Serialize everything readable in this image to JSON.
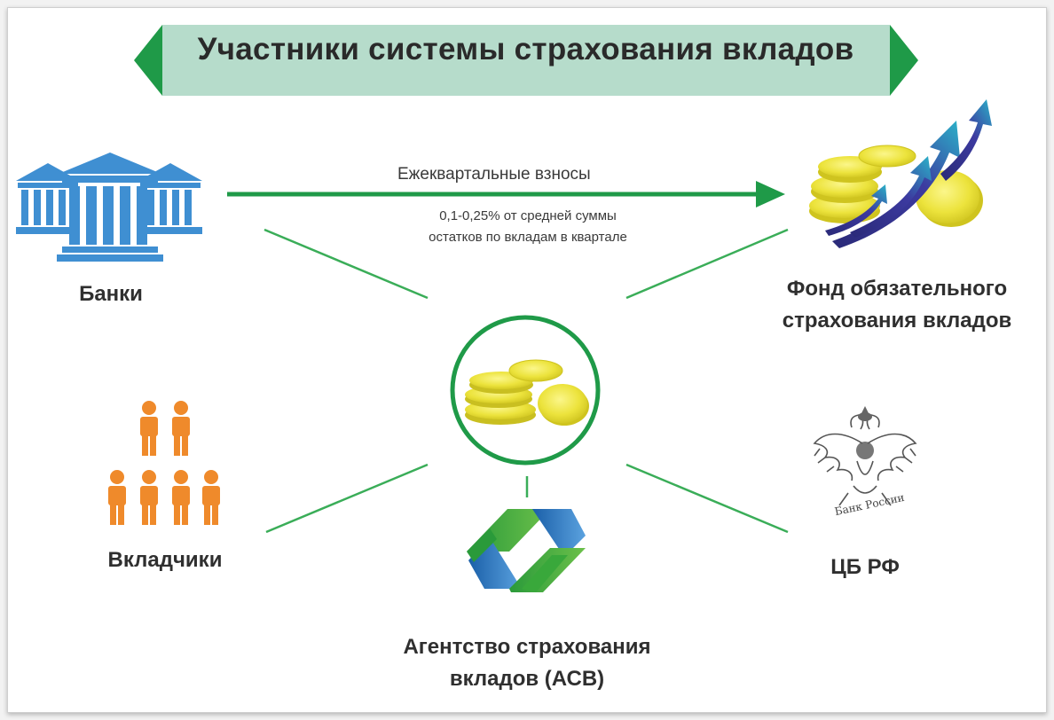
{
  "title": "Участники системы страхования вкладов",
  "flow": {
    "label": "Ежеквартальные взносы",
    "note_line1": "0,1-0,25% от средней суммы",
    "note_line2": "остатков по вкладам в квартале"
  },
  "nodes": {
    "banks": "Банки",
    "fund_line1": "Фонд обязательного",
    "fund_line2": "страхования вкладов",
    "depositors": "Вкладчики",
    "cbr": "ЦБ РФ",
    "agency_line1": "Агентство страхования",
    "agency_line2": "вкладов (АСВ)"
  },
  "seal_text": "Банк России",
  "colors": {
    "banner": "#b4dccb",
    "banner_arrow": "#1f9a48",
    "connector": "#2fa84f",
    "bank_icon": "#3f8fd2",
    "people_icon": "#ef8a2b",
    "coin": "#e9e13a",
    "growth_arrow": "#2e2d7c",
    "asv_green": "#39a83b",
    "asv_blue": "#1f6cb6"
  },
  "icons": {
    "banks": "bank-building-icon",
    "fund": "coins-growth-icon",
    "depositors": "people-group-icon",
    "cbr": "double-eagle-seal-icon",
    "center": "coins-icon",
    "agency": "asv-logo-icon"
  }
}
